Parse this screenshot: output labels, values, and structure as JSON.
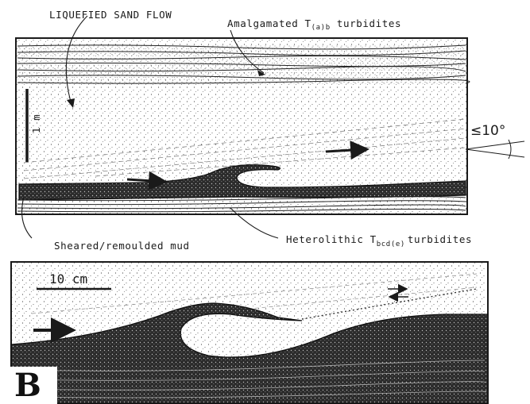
{
  "panel_a": {
    "label_liquefied": "LIQUEFIED SAND FLOW",
    "label_amalgamated_pre": "Amalgamated T",
    "label_amalgamated_sub": "(a)b",
    "label_amalgamated_post": " turbidites",
    "label_scale": "1 m",
    "label_angle": "≤10°",
    "label_sheared": "Sheared/remoulded mud",
    "label_heterolithic_pre": "Heterolithic T",
    "label_heterolithic_sub": "bcd(e)",
    "label_heterolithic_post": "turbidites"
  },
  "panel_b": {
    "label_scale": "10 cm",
    "panel_letter": "B"
  },
  "colors": {
    "ink": "#1a1a1a",
    "mud": "#2a2a2a",
    "paper": "#ffffff"
  }
}
